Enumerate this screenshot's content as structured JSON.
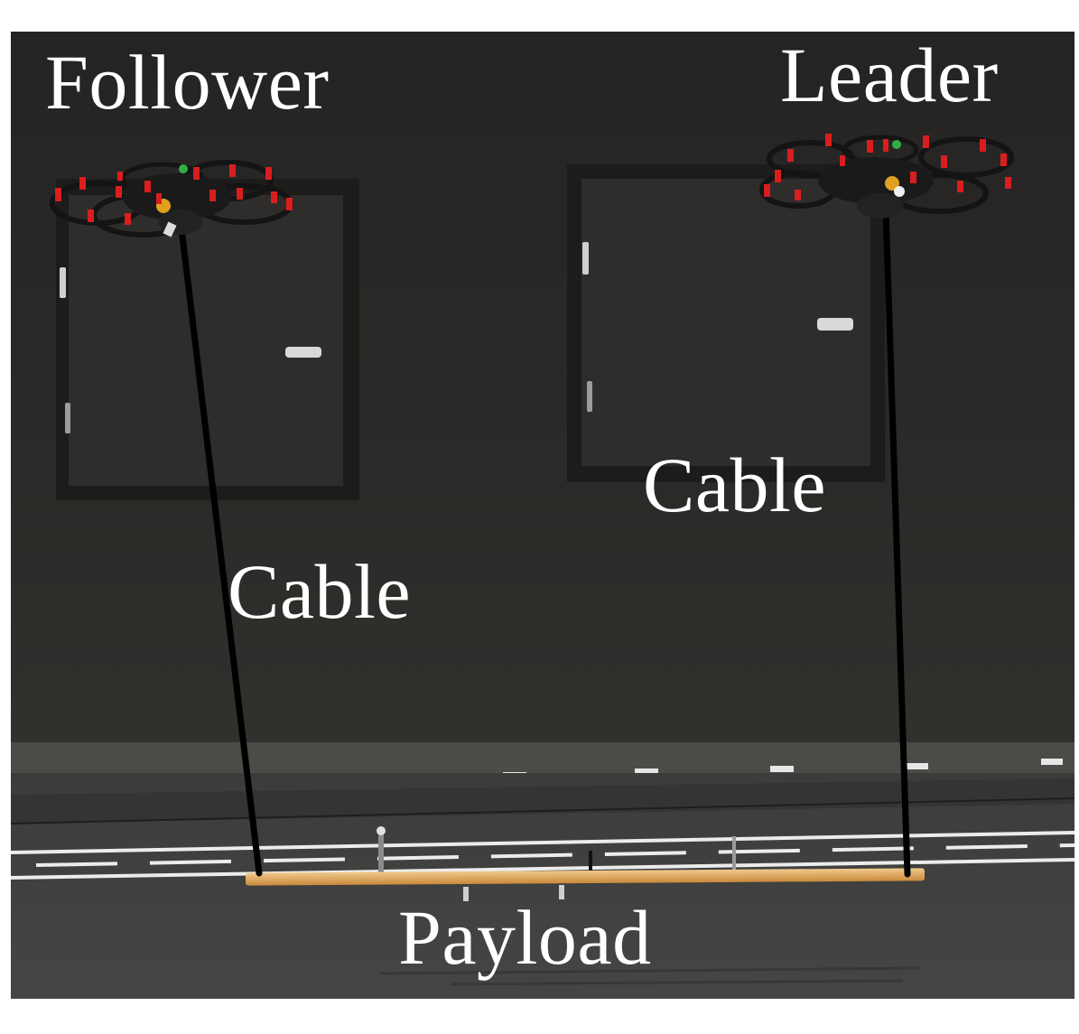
{
  "labels": {
    "follower": "Follower",
    "leader": "Leader",
    "cable_left": "Cable",
    "cable_right": "Cable",
    "payload": "Payload"
  },
  "colors": {
    "wall": "#2a2826",
    "floor": "#3a3a39",
    "baseboard": "#4b4c47",
    "cable": "#000000",
    "payload": "#d8a25a",
    "drone_accent": "#d81e1e",
    "text": "#ffffff"
  }
}
